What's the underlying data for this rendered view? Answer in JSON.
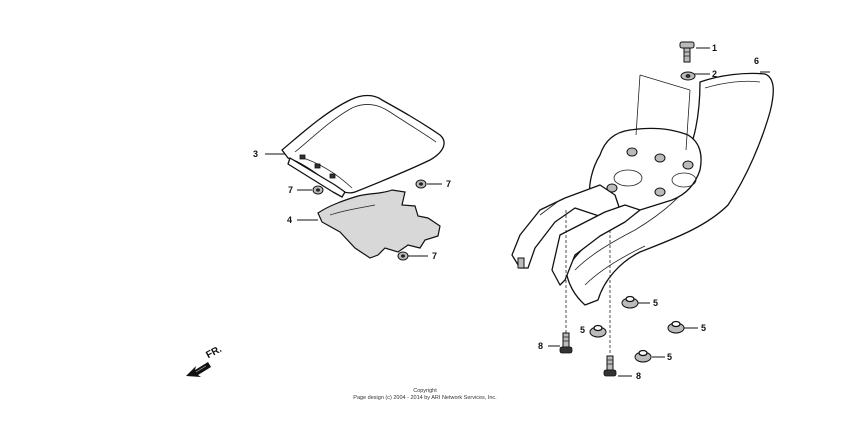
{
  "callouts": {
    "c1": "1",
    "c2": "2",
    "c3": "3",
    "c4": "4",
    "c5": "5",
    "c6": "6",
    "c7": "7",
    "c8": "8"
  },
  "front_label": "FR.",
  "footer": {
    "line1": "Copyright",
    "line2": "Page design (c) 2004 - 2014 by ARI Network Services, Inc."
  }
}
